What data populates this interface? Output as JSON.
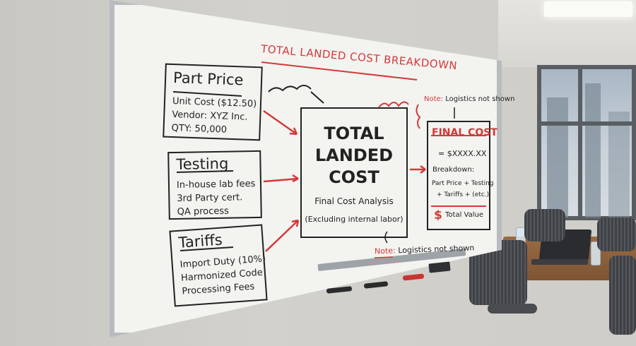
{
  "whiteboard": {
    "title": "TOTAL LANDED COST BREAKDOWN",
    "part_price": {
      "heading": "Part Price",
      "lines": [
        "Unit Cost ($12.50)",
        "Vendor: XYZ Inc.",
        "QTY: 50,000"
      ]
    },
    "testing": {
      "heading": "Testing",
      "lines": [
        "In-house lab fees",
        "3rd Party cert.",
        "QA process"
      ]
    },
    "tariffs": {
      "heading": "Tariffs",
      "lines": [
        "Import Duty (10%)",
        "Harmonized Code",
        "Processing Fees"
      ]
    },
    "total": {
      "lines": [
        "TOTAL",
        "LANDED",
        "COST"
      ],
      "sub1": "Final Cost Analysis",
      "sub2": "(Excluding internal labor)"
    },
    "final_cost": {
      "heading": "FINAL COST",
      "value": "= $XXXX.XX",
      "breakdown_label": "Breakdown:",
      "breakdown_lines": [
        "Part Price + Testing",
        "+ Tariffs + (etc.)"
      ],
      "total_symbol": "$",
      "total_label": "Total Value"
    },
    "note_top": {
      "label": "Note:",
      "text": "Logistics not shown"
    },
    "note_bottom": {
      "label": "Note:",
      "text": "Logistics not shown"
    }
  },
  "colors": {
    "ink": "#222222",
    "accent": "#d23a3a",
    "board": "#f3f3f0"
  }
}
